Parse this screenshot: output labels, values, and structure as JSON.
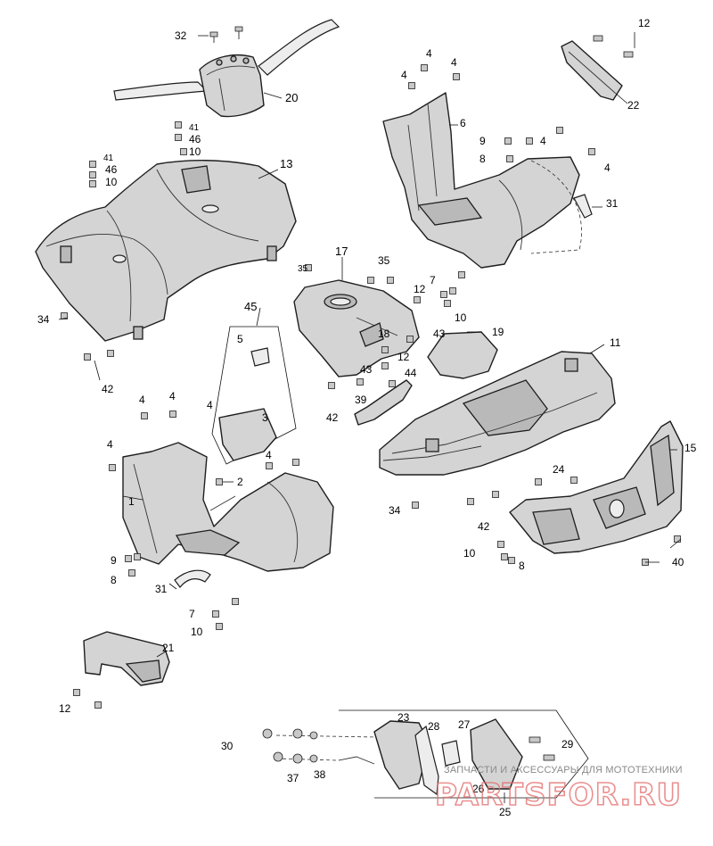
{
  "callouts": [
    {
      "id": "c32",
      "text": "32"
    },
    {
      "id": "c20",
      "text": "20"
    },
    {
      "id": "c41a",
      "text": "41"
    },
    {
      "id": "c46a",
      "text": "46"
    },
    {
      "id": "c10a",
      "text": "10"
    },
    {
      "id": "c41b",
      "text": "41"
    },
    {
      "id": "c46b",
      "text": "46"
    },
    {
      "id": "c10b",
      "text": "10"
    },
    {
      "id": "c13",
      "text": "13"
    },
    {
      "id": "c34a",
      "text": "34"
    },
    {
      "id": "c42a",
      "text": "42"
    },
    {
      "id": "c12a",
      "text": "12"
    },
    {
      "id": "c22",
      "text": "22"
    },
    {
      "id": "c4a",
      "text": "4"
    },
    {
      "id": "c4b",
      "text": "4"
    },
    {
      "id": "c6",
      "text": "6"
    },
    {
      "id": "c4c",
      "text": "4"
    },
    {
      "id": "c9a",
      "text": "9"
    },
    {
      "id": "c4d",
      "text": "4"
    },
    {
      "id": "c8a",
      "text": "8"
    },
    {
      "id": "c4e",
      "text": "4"
    },
    {
      "id": "c31a",
      "text": "31"
    },
    {
      "id": "c7a",
      "text": "7"
    },
    {
      "id": "c10c",
      "text": "10"
    },
    {
      "id": "c17",
      "text": "17"
    },
    {
      "id": "c35a",
      "text": "35"
    },
    {
      "id": "c35b",
      "text": "35"
    },
    {
      "id": "c12b",
      "text": "12"
    },
    {
      "id": "c18",
      "text": "18"
    },
    {
      "id": "c43a",
      "text": "43"
    },
    {
      "id": "c12c",
      "text": "12"
    },
    {
      "id": "c43b",
      "text": "43"
    },
    {
      "id": "c44",
      "text": "44"
    },
    {
      "id": "c42b",
      "text": "42"
    },
    {
      "id": "c39",
      "text": "39"
    },
    {
      "id": "c19",
      "text": "19"
    },
    {
      "id": "c11",
      "text": "11"
    },
    {
      "id": "c45",
      "text": "45"
    },
    {
      "id": "c5",
      "text": "5"
    },
    {
      "id": "c4f",
      "text": "4"
    },
    {
      "id": "c3",
      "text": "3"
    },
    {
      "id": "c4g",
      "text": "4"
    },
    {
      "id": "c4h",
      "text": "4"
    },
    {
      "id": "c4i",
      "text": "4"
    },
    {
      "id": "c4j",
      "text": "4"
    },
    {
      "id": "c1",
      "text": "1"
    },
    {
      "id": "c2",
      "text": "2"
    },
    {
      "id": "c9b",
      "text": "9"
    },
    {
      "id": "c8b",
      "text": "8"
    },
    {
      "id": "c31b",
      "text": "31"
    },
    {
      "id": "c7b",
      "text": "7"
    },
    {
      "id": "c10d",
      "text": "10"
    },
    {
      "id": "c15",
      "text": "15"
    },
    {
      "id": "c24",
      "text": "24"
    },
    {
      "id": "c34b",
      "text": "34"
    },
    {
      "id": "c42c",
      "text": "42"
    },
    {
      "id": "c10e",
      "text": "10"
    },
    {
      "id": "c8c",
      "text": "8"
    },
    {
      "id": "c40",
      "text": "40"
    },
    {
      "id": "c21",
      "text": "21"
    },
    {
      "id": "c12d",
      "text": "12"
    },
    {
      "id": "c23",
      "text": "23"
    },
    {
      "id": "c28",
      "text": "28"
    },
    {
      "id": "c27",
      "text": "27"
    },
    {
      "id": "c30",
      "text": "30"
    },
    {
      "id": "c29",
      "text": "29"
    },
    {
      "id": "c37",
      "text": "37"
    },
    {
      "id": "c38",
      "text": "38"
    },
    {
      "id": "c26",
      "text": "26"
    },
    {
      "id": "c25",
      "text": "25"
    }
  ],
  "watermark": {
    "caption": "ЗАПЧАСТИ И АКСЕССУАРЫ ДЛЯ МОТОТЕХНИКИ",
    "logo": "PARTSFOR.RU"
  }
}
